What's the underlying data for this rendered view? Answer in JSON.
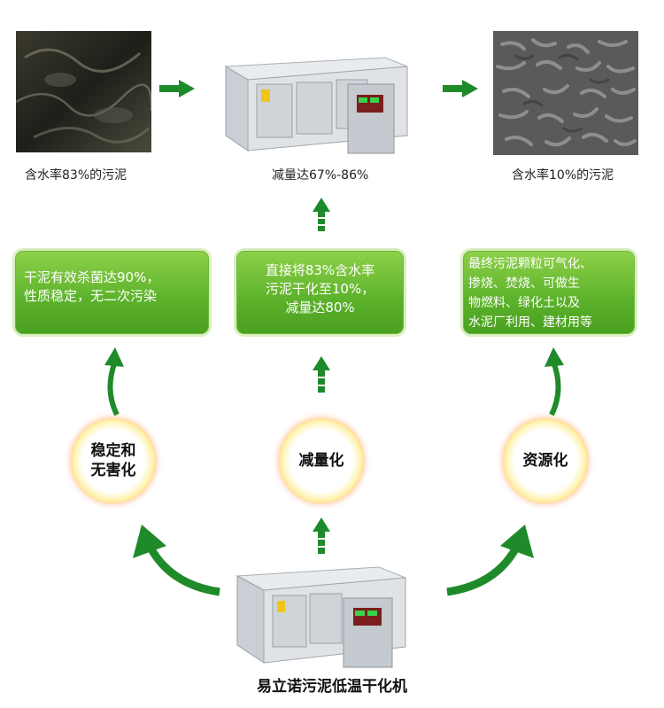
{
  "top": {
    "left_caption": "含水率83%的污泥",
    "center_caption": "减量达67%-86%",
    "right_caption": "含水率10%的污泥"
  },
  "boxes": {
    "left": [
      "干泥有效杀菌达90%，",
      "性质稳定，无二次污染"
    ],
    "center": [
      "直接将83%含水率",
      "污泥干化至10%，",
      "减量达80%"
    ],
    "right": [
      "最终污泥颗粒可气化、",
      "掺烧、焚烧、可做生",
      "物燃料、绿化土以及",
      "水泥厂利用、建材用等"
    ]
  },
  "circles": {
    "left": [
      "稳定和",
      "无害化"
    ],
    "center": [
      "减量化"
    ],
    "right": [
      "资源化"
    ]
  },
  "footer": {
    "title": "易立诺污泥低温干化机"
  },
  "colors": {
    "arrow_green": "#1f8a2a",
    "box_green": "#5bb12a"
  }
}
